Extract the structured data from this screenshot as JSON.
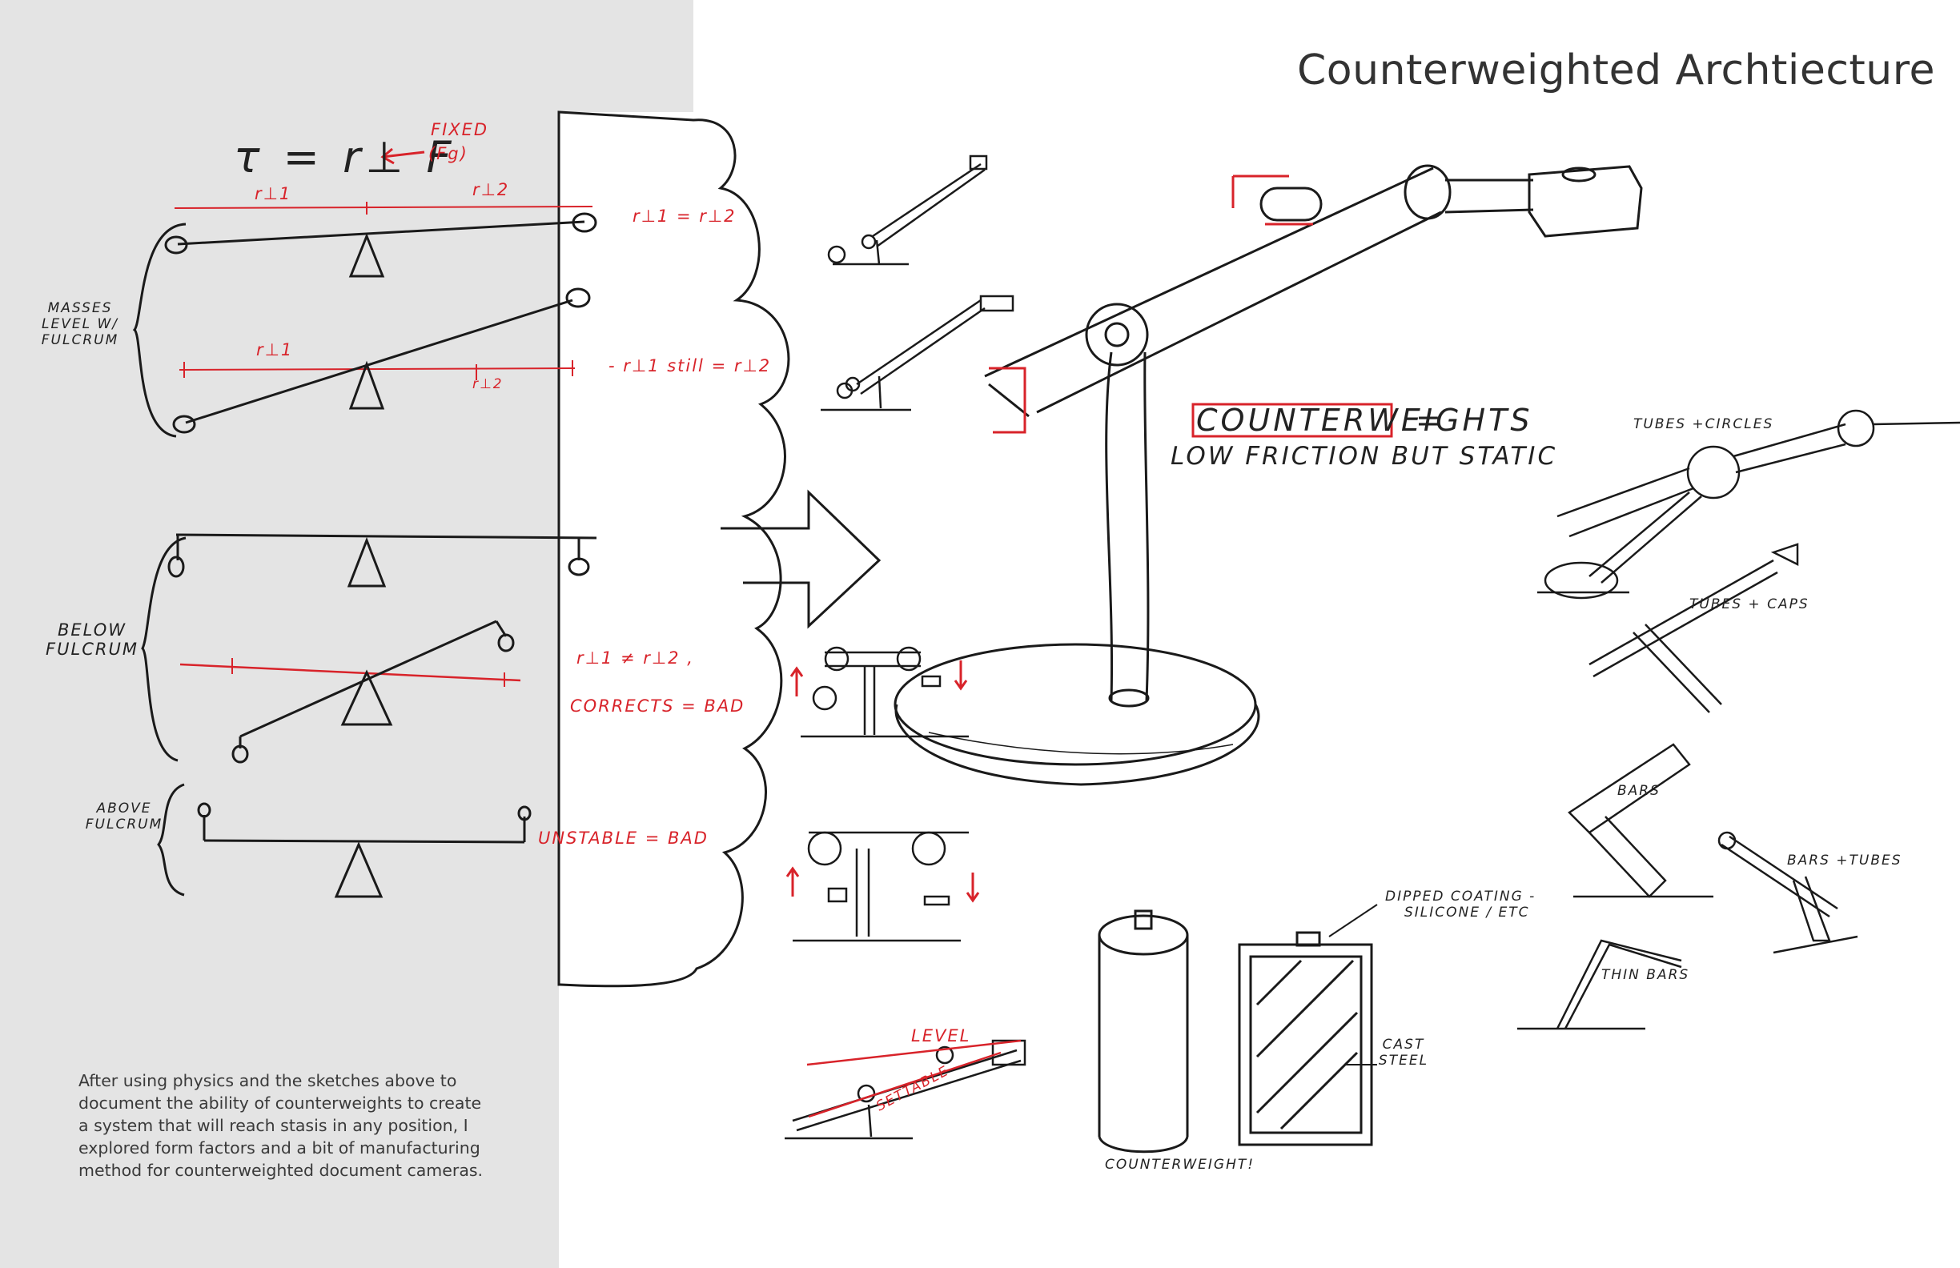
{
  "title": "Counterweighted Archtiecture",
  "caption": "After using physics and the sketches above to document the ability of counterweights to create a system that will reach stasis in any position, I explored form factors and a bit of manufacturing method  for counterweighted document cameras.",
  "physics_panel": {
    "torque_formula": "τ = r⊥ F",
    "fixed_note_line1": "FIXED",
    "fixed_note_line2": "(Fg)",
    "r_left": "r⊥1",
    "r_right": "r⊥2",
    "eq_level": "r⊥1 = r⊥2",
    "eq_tilted": "- r⊥1 still = r⊥2",
    "r_tilted_1": "r⊥1",
    "r_tilted_2": "r⊥2",
    "group_masses_level_line1": "MASSES",
    "group_masses_level_line2": "LEVEL W/",
    "group_masses_level_line3": "FULCRUM",
    "group_below_line1": "BELOW",
    "group_below_line2": "FULCRUM",
    "eq_below": "r⊥1 ≠ r⊥2 ,",
    "note_corrects": "CORRECTS = BAD",
    "group_above_line1": "ABOVE",
    "group_above_line2": "FULCRUM",
    "note_unstable": "UNSTABLE = BAD"
  },
  "concepts": {
    "note_counterweights": "COUNTERWEIGHTS",
    "note_equals": "=",
    "note_low_friction": "LOW FRICTION BUT STATIC",
    "label_tubes_circles": "TUBES +CIRCLES",
    "label_tubes_caps": "TUBES + CAPS",
    "label_bars": "BARS",
    "label_bars_tubes": "BARS +TUBES",
    "label_thin_bars": "THIN BARS",
    "label_level": "LEVEL",
    "label_settable": "SETTABLE",
    "label_dipped_line1": "DIPPED COATING -",
    "label_dipped_line2": "SILICONE / ETC",
    "label_cast_line1": "CAST",
    "label_cast_line2": "STEEL",
    "label_counterweight": "COUNTERWEIGHT!"
  }
}
